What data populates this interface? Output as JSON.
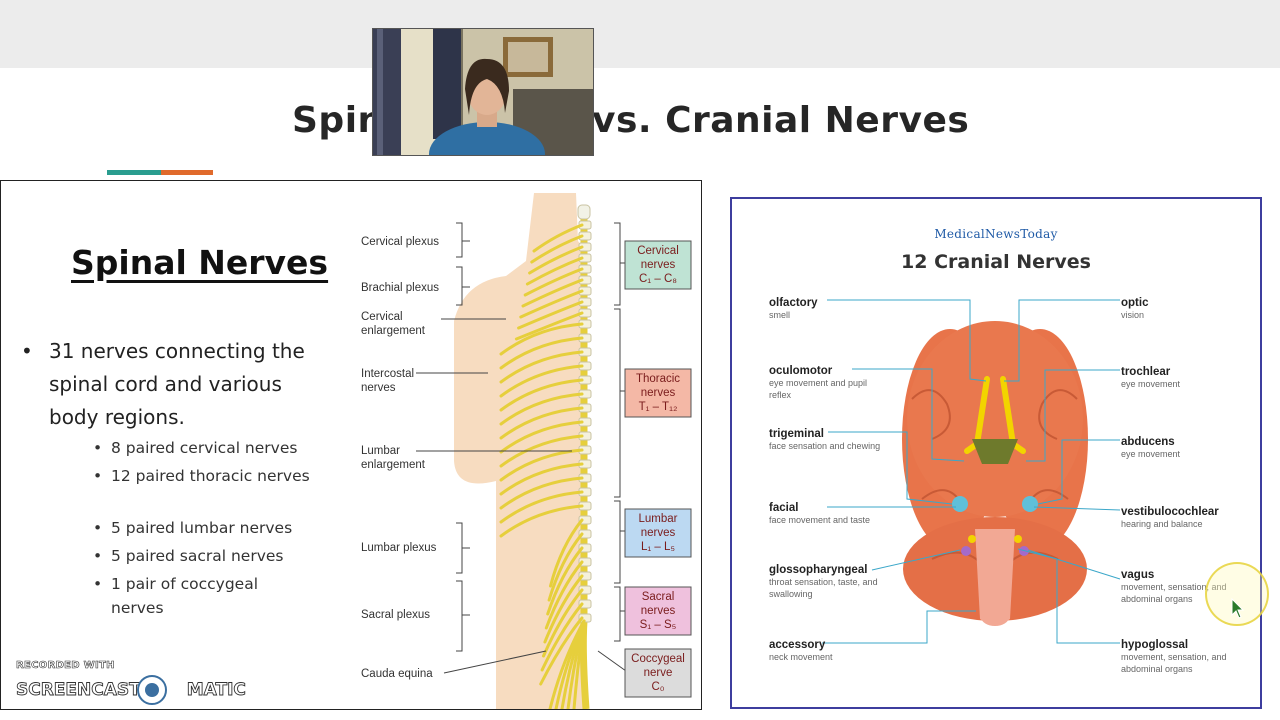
{
  "slide": {
    "title": "Spinal Nerves vs. Cranial Nerves",
    "colors": {
      "accent_teal": "#2a9d8f",
      "accent_orange": "#e06a2c"
    }
  },
  "spinal": {
    "heading": "Spinal Nerves",
    "main_bullet": "31 nerves connecting the spinal cord and various body regions.",
    "sub_bullets": [
      "8 paired cervical nerves",
      "12 paired thoracic nerves",
      "5 paired lumbar nerves",
      "5 paired sacral nerves",
      "1 pair of coccygeal nerves"
    ],
    "diagram": {
      "left_labels": [
        "Cervical plexus",
        "Brachial plexus",
        "Cervical",
        "enlargement",
        "Intercostal",
        "nerves",
        "Lumbar",
        "enlargement",
        "Lumbar plexus",
        "Sacral plexus",
        "Cauda equina"
      ],
      "boxes": [
        {
          "line1": "Cervical",
          "line2": "nerves",
          "line3": "C₁ – C₈",
          "color": "#bfe3d4"
        },
        {
          "line1": "Thoracic",
          "line2": "nerves",
          "line3": "T₁ – T₁₂",
          "color": "#f4b8a6"
        },
        {
          "line1": "Lumbar",
          "line2": "nerves",
          "line3": "L₁ – L₅",
          "color": "#bcd9f2"
        },
        {
          "line1": "Sacral",
          "line2": "nerves",
          "line3": "S₁ – S₅",
          "color": "#efc1dd"
        },
        {
          "line1": "Coccygeal",
          "line2": "nerve",
          "line3": "C₀",
          "color": "#dcdcdc"
        }
      ]
    }
  },
  "cranial": {
    "source": "MedicalNewsToday",
    "title": "12 Cranial Nerves",
    "left_nerves": [
      {
        "name": "olfactory",
        "function": "smell"
      },
      {
        "name": "oculomotor",
        "function": "eye movement and pupil reflex"
      },
      {
        "name": "trigeminal",
        "function": "face sensation and chewing"
      },
      {
        "name": "facial",
        "function": "face movement and taste"
      },
      {
        "name": "glossopharyngeal",
        "function": "throat sensation, taste, and swallowing"
      },
      {
        "name": "accessory",
        "function": "neck movement"
      }
    ],
    "right_nerves": [
      {
        "name": "optic",
        "function": "vision"
      },
      {
        "name": "trochlear",
        "function": "eye movement"
      },
      {
        "name": "abducens",
        "function": "eye movement"
      },
      {
        "name": "vestibulocochlear",
        "function": "hearing and balance"
      },
      {
        "name": "vagus",
        "function": "movement, sensation, and abdominal organs"
      },
      {
        "name": "hypoglossal",
        "function": "movement, sensation, and abdominal organs"
      }
    ]
  },
  "watermark": {
    "line1": "RECORDED WITH",
    "word1": "SCREENCAST",
    "word2": "MATIC"
  }
}
